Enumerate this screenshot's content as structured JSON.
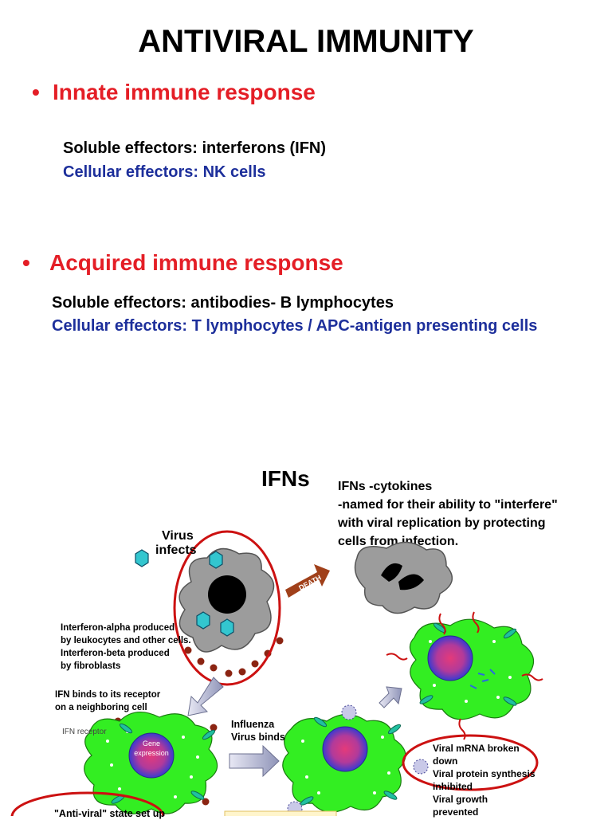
{
  "slide1": {
    "title": "ANTIVIRAL IMMUNITY",
    "innate": {
      "heading": "Innate immune response",
      "soluble": "Soluble effectors: interferons (IFN)",
      "cellular": "Cellular effectors: NK cells"
    },
    "acquired": {
      "heading": "Acquired immune response",
      "soluble": "Soluble effectors: antibodies- B lymphocytes",
      "cellular": "Cellular effectors: T lymphocytes / APC-antigen presenting cells"
    },
    "bullet_symbol": "•",
    "colors": {
      "heading_red": "#e41e26",
      "text_blue": "#1d2f9b"
    }
  },
  "slide2": {
    "title": "IFNs",
    "note_lines": [
      "IFNs -cytokines",
      "-named for their ability to \"interfere\"",
      "with viral replication by protecting",
      "cells from infection."
    ],
    "diagram": {
      "virus_infects": [
        "Virus",
        "infects"
      ],
      "death_label": "DEATH",
      "ifn_produced": [
        "Interferon-alpha produced",
        "by leukocytes and other cells.",
        "Interferon-beta produced",
        "by fibroblasts"
      ],
      "ifn_binds": [
        "IFN binds to its receptor",
        "on a neighboring cell"
      ],
      "ifn_receptor": "IFN receptor",
      "gene_expression": [
        "Gene",
        "expression"
      ],
      "influenza": [
        "Influenza",
        "Virus binds"
      ],
      "viral_effects": [
        "Viral mRNA broken",
        "down",
        "Viral protein synthesis",
        "inhibited",
        "Viral growth",
        "prevented"
      ],
      "anti_viral_state": "\"Anti-viral\" state set up",
      "colors": {
        "cell_green": "#33ee22",
        "circle_red": "#cc1111",
        "nucleus": "#8a2aa8"
      }
    }
  }
}
